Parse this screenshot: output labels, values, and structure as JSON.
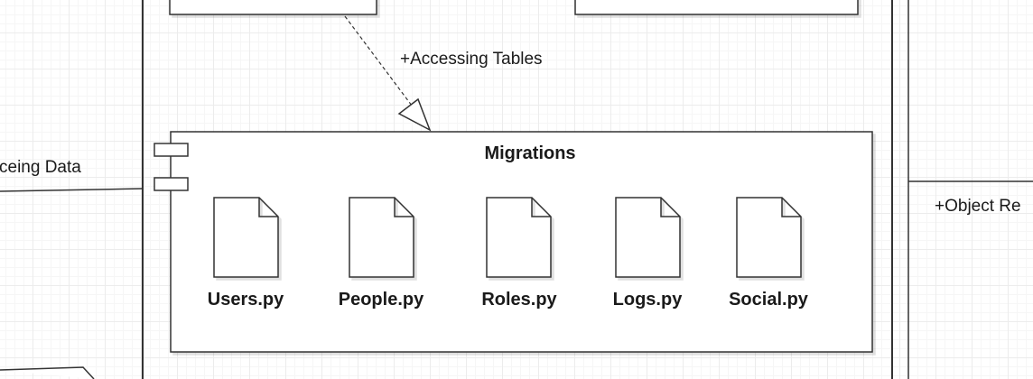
{
  "labels": {
    "accessing_tables": "+Accessing Tables",
    "accessing_data": "ceing Data",
    "object_relation": "+Object Re"
  },
  "migrations": {
    "title": "Migrations",
    "files": [
      "Users.py",
      "People.py",
      "Roles.py",
      "Logs.py",
      "Social.py"
    ]
  },
  "colors": {
    "stroke": "#333333",
    "grid": "#ececec",
    "background": "#ffffff",
    "shadow": "#d9d9d9"
  },
  "icons": {
    "file": "file-icon",
    "component": "component-icon"
  }
}
